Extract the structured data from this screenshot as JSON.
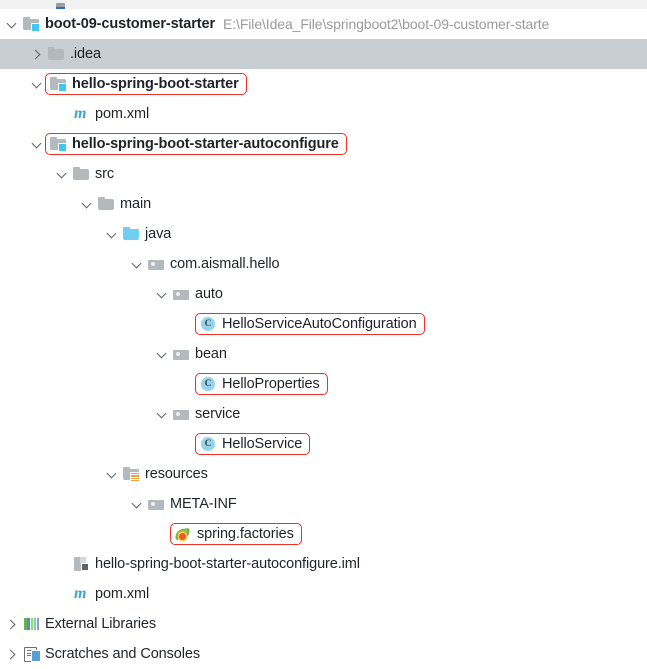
{
  "app": {
    "name": "IntelliJ IDEA Project Tool Window",
    "panel": "Project",
    "background_color": "#ffffff",
    "selection_color": "#c9ced2",
    "highlight_box_color": "#ee3124"
  },
  "tree": {
    "rows": [
      {
        "id": "root-project",
        "label": "boot-09-customer-starter",
        "path_hint": "E:\\File\\Idea_File\\springboot2\\boot-09-customer-starte",
        "icon": "module-folder-icon",
        "arrow": "down",
        "depth": 0,
        "bold": true,
        "boxed": false,
        "selected": false
      },
      {
        "id": "idea-folder",
        "label": ".idea",
        "icon": "folder-icon",
        "arrow": "right",
        "depth": 1,
        "bold": false,
        "boxed": false,
        "selected": true
      },
      {
        "id": "hello-spring-boot-starter",
        "label": "hello-spring-boot-starter",
        "icon": "module-folder-icon",
        "arrow": "down",
        "depth": 1,
        "bold": true,
        "boxed": true,
        "selected": false
      },
      {
        "id": "starter-pom",
        "label": "pom.xml",
        "icon": "maven-icon",
        "arrow": "none",
        "depth": 2,
        "bold": false,
        "boxed": false,
        "selected": false
      },
      {
        "id": "hello-spring-boot-starter-autoconfigure",
        "label": "hello-spring-boot-starter-autoconfigure",
        "icon": "module-folder-icon",
        "arrow": "down",
        "depth": 1,
        "bold": true,
        "boxed": true,
        "selected": false
      },
      {
        "id": "src",
        "label": "src",
        "icon": "folder-icon",
        "arrow": "down",
        "depth": 2,
        "bold": false,
        "boxed": false,
        "selected": false
      },
      {
        "id": "main",
        "label": "main",
        "icon": "folder-icon",
        "arrow": "down",
        "depth": 3,
        "bold": false,
        "boxed": false,
        "selected": false
      },
      {
        "id": "java",
        "label": "java",
        "icon": "source-folder-icon",
        "arrow": "down",
        "depth": 4,
        "bold": false,
        "boxed": false,
        "selected": false
      },
      {
        "id": "package-com-aismall-hello",
        "label": "com.aismall.hello",
        "icon": "package-icon",
        "arrow": "down",
        "depth": 5,
        "bold": false,
        "boxed": false,
        "selected": false
      },
      {
        "id": "package-auto",
        "label": "auto",
        "icon": "package-icon",
        "arrow": "down",
        "depth": 6,
        "bold": false,
        "boxed": false,
        "selected": false
      },
      {
        "id": "class-helloserviceautoconfiguration",
        "label": "HelloServiceAutoConfiguration",
        "icon": "java-class-icon",
        "arrow": "none",
        "depth": 7,
        "bold": false,
        "boxed": true,
        "selected": false
      },
      {
        "id": "package-bean",
        "label": "bean",
        "icon": "package-icon",
        "arrow": "down",
        "depth": 6,
        "bold": false,
        "boxed": false,
        "selected": false
      },
      {
        "id": "class-helloproperties",
        "label": "HelloProperties",
        "icon": "java-class-icon",
        "arrow": "none",
        "depth": 7,
        "bold": false,
        "boxed": true,
        "selected": false
      },
      {
        "id": "package-service",
        "label": "service",
        "icon": "package-icon",
        "arrow": "down",
        "depth": 6,
        "bold": false,
        "boxed": false,
        "selected": false
      },
      {
        "id": "class-helloservice",
        "label": "HelloService",
        "icon": "java-class-icon",
        "arrow": "none",
        "depth": 7,
        "bold": false,
        "boxed": true,
        "selected": false
      },
      {
        "id": "resources",
        "label": "resources",
        "icon": "resources-folder-icon",
        "arrow": "down",
        "depth": 4,
        "bold": false,
        "boxed": false,
        "selected": false
      },
      {
        "id": "meta-inf",
        "label": "META-INF",
        "icon": "package-icon",
        "arrow": "down",
        "depth": 5,
        "bold": false,
        "boxed": false,
        "selected": false
      },
      {
        "id": "spring-factories",
        "label": "spring.factories",
        "icon": "spring-leaf-icon",
        "arrow": "none",
        "depth": 6,
        "bold": false,
        "boxed": true,
        "selected": false
      },
      {
        "id": "autoconfigure-iml",
        "label": "hello-spring-boot-starter-autoconfigure.iml",
        "icon": "iml-module-file-icon",
        "arrow": "none",
        "depth": 2,
        "bold": false,
        "boxed": false,
        "selected": false
      },
      {
        "id": "autoconfigure-pom",
        "label": "pom.xml",
        "icon": "maven-icon",
        "arrow": "none",
        "depth": 2,
        "bold": false,
        "boxed": false,
        "selected": false
      },
      {
        "id": "external-libraries",
        "label": "External Libraries",
        "icon": "external-libraries-icon",
        "arrow": "right",
        "depth": 0,
        "bold": false,
        "boxed": false,
        "selected": false
      },
      {
        "id": "scratches-and-consoles",
        "label": "Scratches and Consoles",
        "icon": "scratches-icon",
        "arrow": "right",
        "depth": 0,
        "bold": false,
        "boxed": false,
        "selected": false
      }
    ]
  }
}
